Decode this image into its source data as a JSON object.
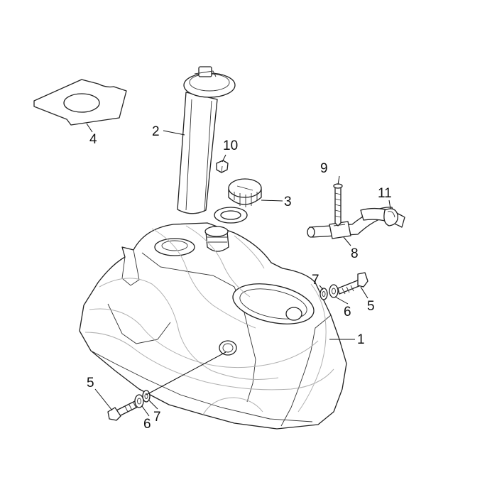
{
  "diagram": {
    "callouts": [
      {
        "id": "c1",
        "text": "1"
      },
      {
        "id": "c2",
        "text": "2"
      },
      {
        "id": "c3",
        "text": "3"
      },
      {
        "id": "c4",
        "text": "4"
      },
      {
        "id": "c5a",
        "text": "5"
      },
      {
        "id": "c5b",
        "text": "5"
      },
      {
        "id": "c6a",
        "text": "6"
      },
      {
        "id": "c6b",
        "text": "6"
      },
      {
        "id": "c7a",
        "text": "7"
      },
      {
        "id": "c7b",
        "text": "7"
      },
      {
        "id": "c8",
        "text": "8"
      },
      {
        "id": "c9",
        "text": "9"
      },
      {
        "id": "c10",
        "text": "10"
      },
      {
        "id": "c11",
        "text": "11"
      }
    ]
  }
}
